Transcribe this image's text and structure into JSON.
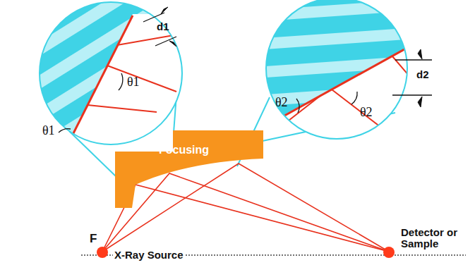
{
  "diagram": {
    "nodes": [
      {
        "text": [
          "Focusing"
        ]
      }
    ],
    "labels": [
      "d1",
      "θ1",
      "θ1",
      "θ2",
      "θ2",
      "d2",
      "F",
      "X-Ray Source",
      "Detector or Sample"
    ]
  }
}
